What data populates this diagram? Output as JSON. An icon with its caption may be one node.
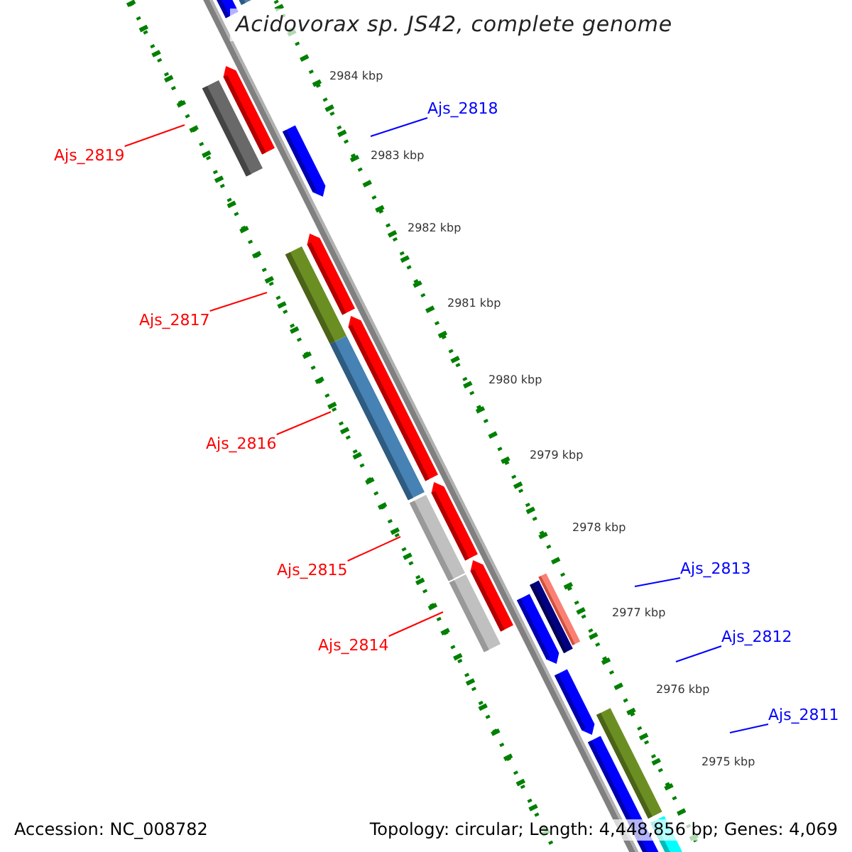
{
  "diagram": {
    "title": "Acidovorax sp. JS42, complete genome",
    "nodes": [
      {
        "text": [
          "Ajs_2819"
        ]
      },
      {
        "text": [
          "Ajs_2818"
        ]
      },
      {
        "text": [
          "Ajs_2817"
        ]
      },
      {
        "text": [
          "Ajs_2816"
        ]
      },
      {
        "text": [
          "Ajs_2815"
        ]
      },
      {
        "text": [
          "Ajs_2814"
        ]
      },
      {
        "text": [
          "Ajs_2813"
        ]
      },
      {
        "text": [
          "Ajs_2812"
        ]
      },
      {
        "text": [
          "Ajs_2811"
        ]
      }
    ],
    "edges": [
      {
        "from": 0,
        "to": null,
        "arrow": "none"
      },
      {
        "from": 1,
        "to": null,
        "arrow": "none",
        "color": "#0000ff"
      },
      {
        "from": 2,
        "to": null,
        "arrow": "none"
      },
      {
        "from": 3,
        "to": null,
        "arrow": "none"
      },
      {
        "from": 4,
        "to": null,
        "arrow": "none"
      },
      {
        "from": 5,
        "to": null,
        "arrow": "none"
      },
      {
        "from": 6,
        "to": null,
        "arrow": "none",
        "color": "#0000ff"
      },
      {
        "from": 7,
        "to": null,
        "arrow": "none",
        "color": "#0000ff"
      },
      {
        "from": 8,
        "to": null,
        "arrow": "none",
        "color": "#0000ff"
      }
    ],
    "labels": [
      "2984 kbp",
      "2983 kbp",
      "2982 kbp",
      "2981 kbp",
      "2980 kbp",
      "2979 kbp",
      "2978 kbp",
      "2977 kbp",
      "2976 kbp",
      "2975 kbp",
      "Accession: NC_008782",
      "Topology: circular; Length: 4,448,856 bp; Genes: 4,069"
    ]
  }
}
